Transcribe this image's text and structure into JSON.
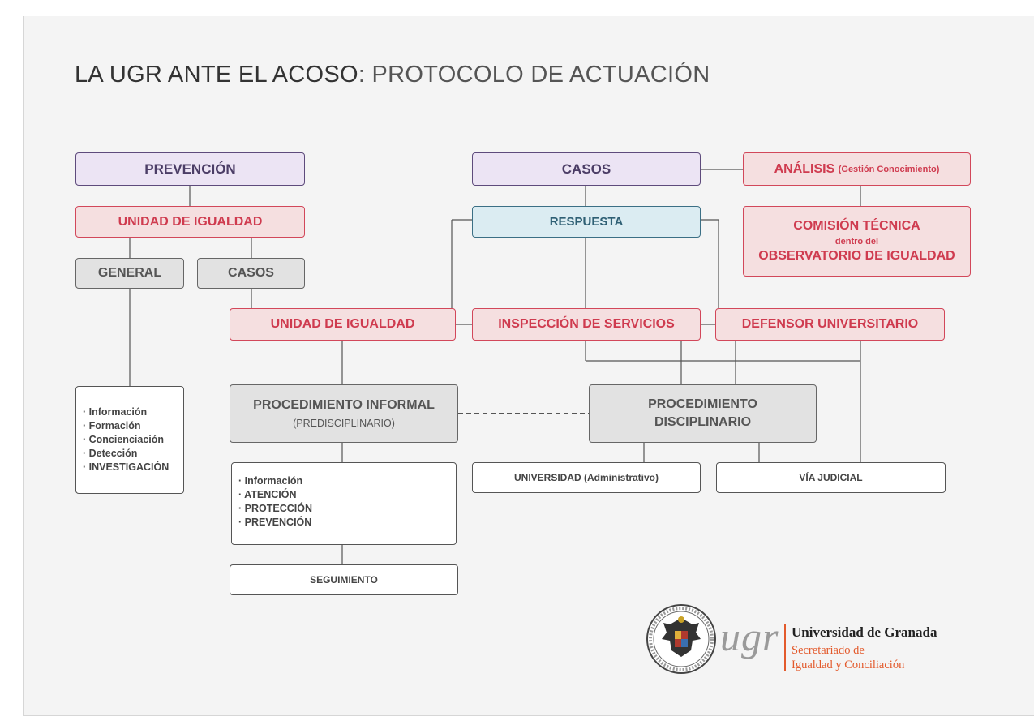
{
  "title": {
    "bold": "LA UGR ANTE EL ACOSO",
    "rest": ": PROTOCOLO DE ACTUACIÓN"
  },
  "nodes": {
    "prevencion": "PREVENCIÓN",
    "unidad_igualdad_top": "UNIDAD DE IGUALDAD",
    "general": "GENERAL",
    "casos_left": "CASOS",
    "prevencion_list": [
      "· Información",
      "· Formación",
      "· Concienciación",
      "· Detección",
      "· INVESTIGACIÓN"
    ],
    "casos": "CASOS",
    "analisis": "ANÁLISIS",
    "analisis_sub": "(Gestión Conocimiento)",
    "comision_line1": "COMISIÓN TÉCNICA",
    "comision_line2": "dentro del",
    "comision_line3": "OBSERVATORIO DE IGUALDAD",
    "respuesta": "RESPUESTA",
    "unidad_igualdad_mid": "UNIDAD DE IGUALDAD",
    "inspeccion": "INSPECCIÓN DE SERVICIOS",
    "defensor": "DEFENSOR UNIVERSITARIO",
    "proc_informal": "PROCEDIMIENTO INFORMAL",
    "proc_informal_sub": "(PREDISCIPLINARIO)",
    "proc_disciplinario_line1": "PROCEDIMIENTO",
    "proc_disciplinario_line2": "DISCIPLINARIO",
    "informal_list": [
      "· Información",
      "· ATENCIÓN",
      "· PROTECCIÓN",
      "· PREVENCIÓN"
    ],
    "seguimiento": "SEGUIMIENTO",
    "universidad": "UNIVERSIDAD (Administrativo)",
    "via_judicial": "VÍA JUDICIAL"
  },
  "logo": {
    "wordmark": "ugr",
    "name": "Universidad de Granada",
    "sub_line1": "Secretariado de",
    "sub_line2": "Igualdad y Conciliación"
  },
  "colors": {
    "purple_border": "#5e4b7c",
    "red_accent": "#cf3b4f",
    "blue_border": "#3b6f85",
    "orange_accent": "#e35a2c"
  }
}
